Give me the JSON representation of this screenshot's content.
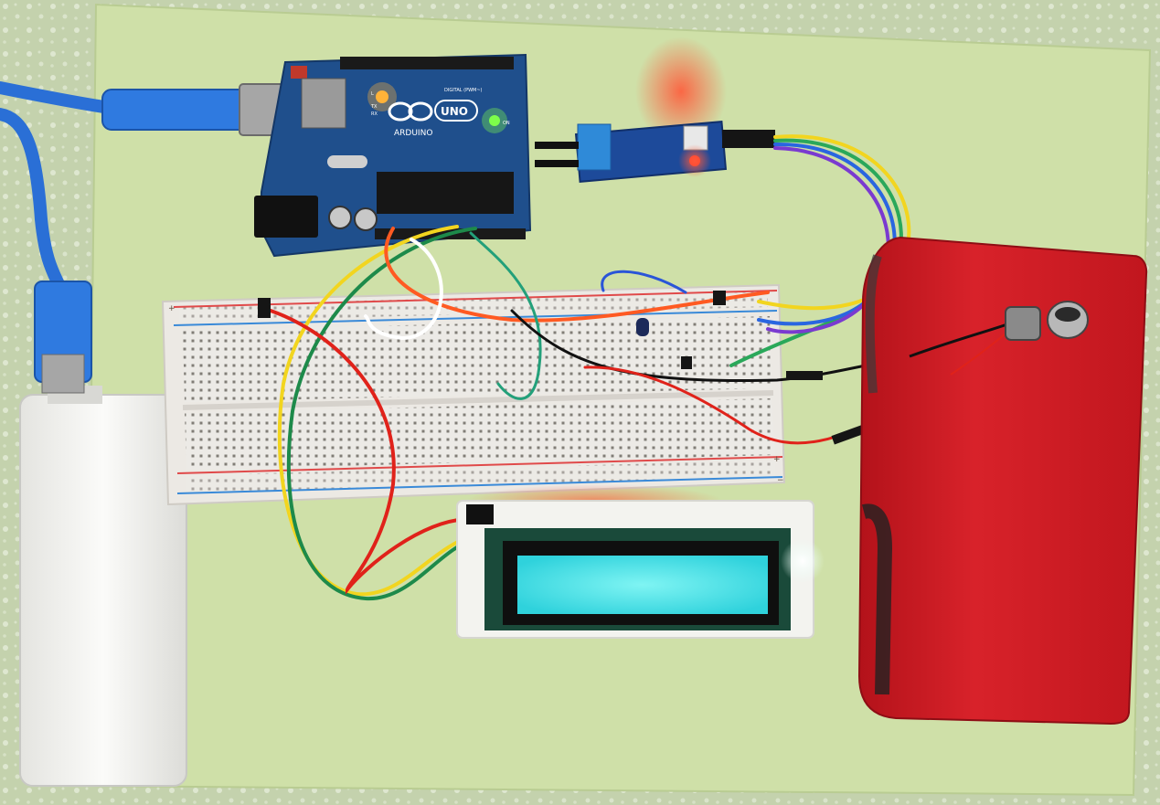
{
  "scene": {
    "arduino": {
      "logo_text": "ARDUINO",
      "model_text": "UNO",
      "digital_label": "DIGITAL (PWM~)",
      "on_label": "ON",
      "l_label": "L",
      "tx_label": "TX",
      "rx_label": "RX"
    },
    "breadboard": {
      "plus_marker": "+",
      "minus_marker": "−"
    },
    "colors": {
      "table_cloth": "#c9d6b4",
      "paper": "#cfe0a8",
      "arduino_blue": "#1f4f8c",
      "breadboard": "#ece9e4",
      "phone_case": "#d11a1a",
      "lcd_screen": "#45e0e6",
      "power_bank": "#f4f4f2",
      "usb_cable": "#2a6fd6"
    }
  }
}
